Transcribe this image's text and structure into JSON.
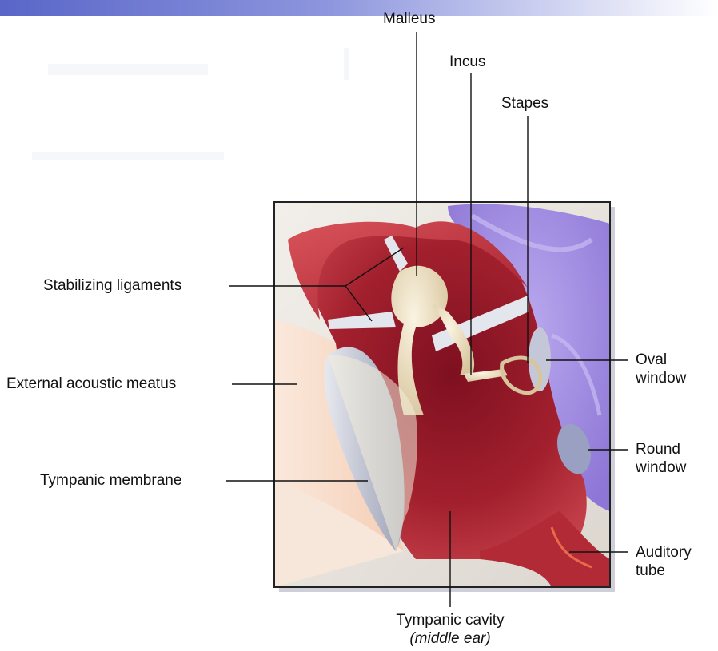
{
  "diagram": {
    "labels": {
      "malleus": "Malleus",
      "incus": "Incus",
      "stapes": "Stapes",
      "stabilizing_ligaments": "Stabilizing ligaments",
      "external_acoustic_meatus": "External acoustic meatus",
      "tympanic_membrane": "Tympanic membrane",
      "oval_window_line1": "Oval",
      "oval_window_line2": "window",
      "round_window_line1": "Round",
      "round_window_line2": "window",
      "auditory_tube_line1": "Auditory",
      "auditory_tube_line2": "tube",
      "tympanic_cavity": "Tympanic cavity",
      "middle_ear": "(middle ear)"
    },
    "colors": {
      "header_bar": "#6b76cf",
      "cavity_red": "#9e1a2a",
      "bone": "#e9dcc0",
      "membrane": "#c9ccd8",
      "inner_ear_purple": "#a792e0",
      "frame": "#222222"
    }
  }
}
